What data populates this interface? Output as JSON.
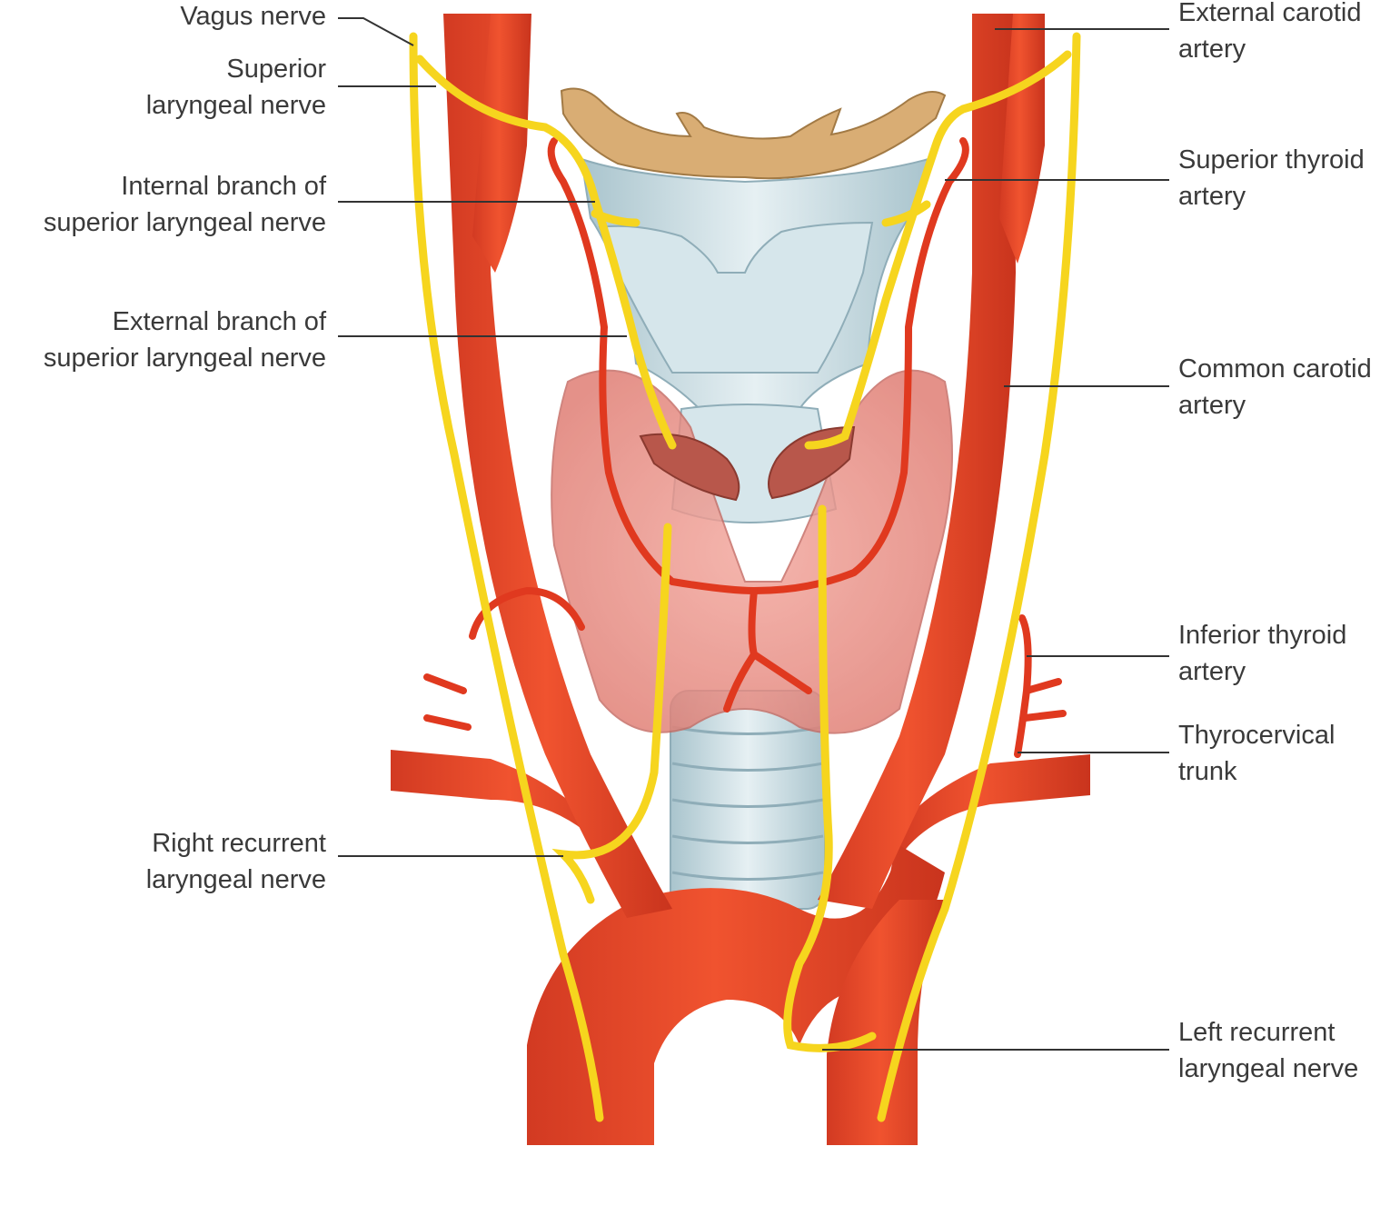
{
  "labels_left": [
    {
      "lines": [
        "Vagus nerve"
      ]
    },
    {
      "lines": [
        "Superior",
        "laryngeal nerve"
      ]
    },
    {
      "lines": [
        "Internal branch of",
        "superior laryngeal nerve"
      ]
    },
    {
      "lines": [
        "External branch of",
        "superior laryngeal nerve"
      ]
    },
    {
      "lines": [
        "Right recurrent",
        "laryngeal nerve"
      ]
    }
  ],
  "labels_right": [
    {
      "lines": [
        "External carotid",
        "artery"
      ]
    },
    {
      "lines": [
        "Superior thyroid",
        "artery"
      ]
    },
    {
      "lines": [
        "Common carotid",
        "artery"
      ]
    },
    {
      "lines": [
        "Inferior thyroid",
        "artery"
      ]
    },
    {
      "lines": [
        "Thyrocervical",
        "trunk"
      ]
    },
    {
      "lines": [
        "Left recurrent",
        "laryngeal nerve"
      ]
    }
  ],
  "colors": {
    "artery": "#e8432a",
    "artery_dark": "#c6301c",
    "nerve": "#f6d51e",
    "thyroid": "#e9857c",
    "cartilage": "#c7dbe2",
    "hyoid": "#d9ad74",
    "leader": "#333333"
  }
}
